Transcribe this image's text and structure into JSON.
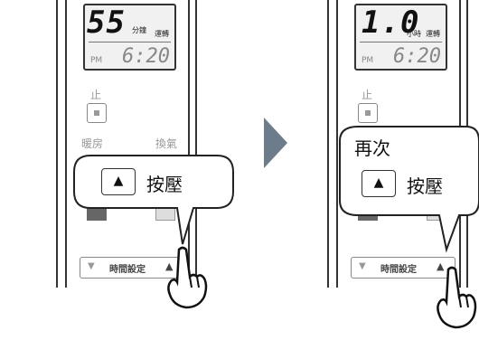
{
  "left": {
    "lcd_big": "55",
    "lcd_unit": "分鐘",
    "lcd_run": "運轉",
    "lcd_pm": "PM",
    "lcd_time": "6:20",
    "stop_label": "止",
    "mode_heat": "暖房",
    "mode_vent": "換氣",
    "timer_down": "▼",
    "timer_label": "時間設定",
    "timer_up": "▲",
    "bubble_key": "▲",
    "bubble_text": "按壓"
  },
  "right": {
    "lcd_big": "1.0",
    "lcd_unit": "小時",
    "lcd_run": "運轉",
    "lcd_pm": "PM",
    "lcd_time": "6:20",
    "stop_label": "止",
    "timer_down": "▼",
    "timer_label": "時間設定",
    "timer_up": "▲",
    "bubble_line1": "再次",
    "bubble_key": "▲",
    "bubble_text": "按壓"
  },
  "icons": {
    "transition": "arrow-right-icon",
    "pointer": "pointing-hand-icon",
    "stop": "stop-square-icon"
  },
  "colors": {
    "arrow": "#6d7c8a",
    "lcd_bg": "#f1f1f1",
    "outline": "#333333"
  }
}
